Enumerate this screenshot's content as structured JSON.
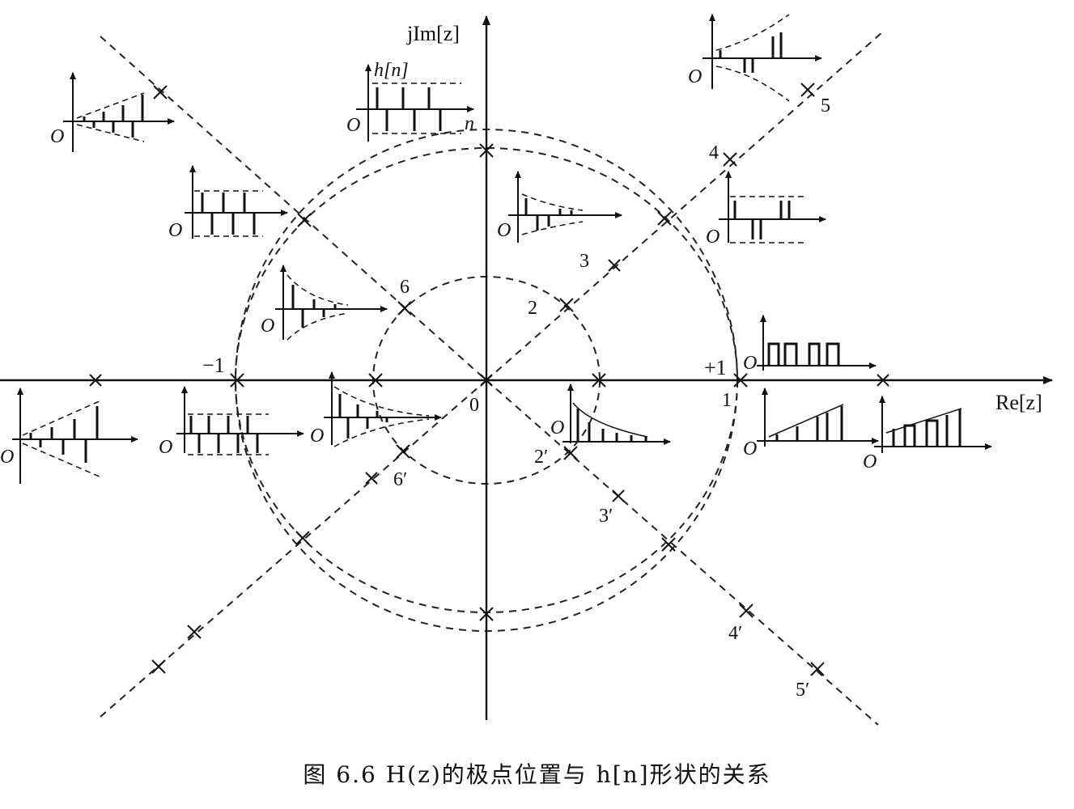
{
  "axes": {
    "imag_label": "jIm[z]",
    "real_label": "Re[z]",
    "origin_label": "0",
    "minus_one_label": "−1",
    "plus_one_label": "+1",
    "one_label": "1"
  },
  "insets": {
    "origin_label": "O",
    "hn_label": "h[n]",
    "n_label": "n"
  },
  "pole_labels": {
    "p2": "2",
    "p3": "3",
    "p4": "4",
    "p5": "5",
    "p6": "6",
    "p2c": "2′",
    "p3c": "3′",
    "p4c": "4′",
    "p5c": "5′",
    "p6c": "6′"
  },
  "caption": "图 6.6   H(z)的极点位置与 h[n]形状的关系"
}
